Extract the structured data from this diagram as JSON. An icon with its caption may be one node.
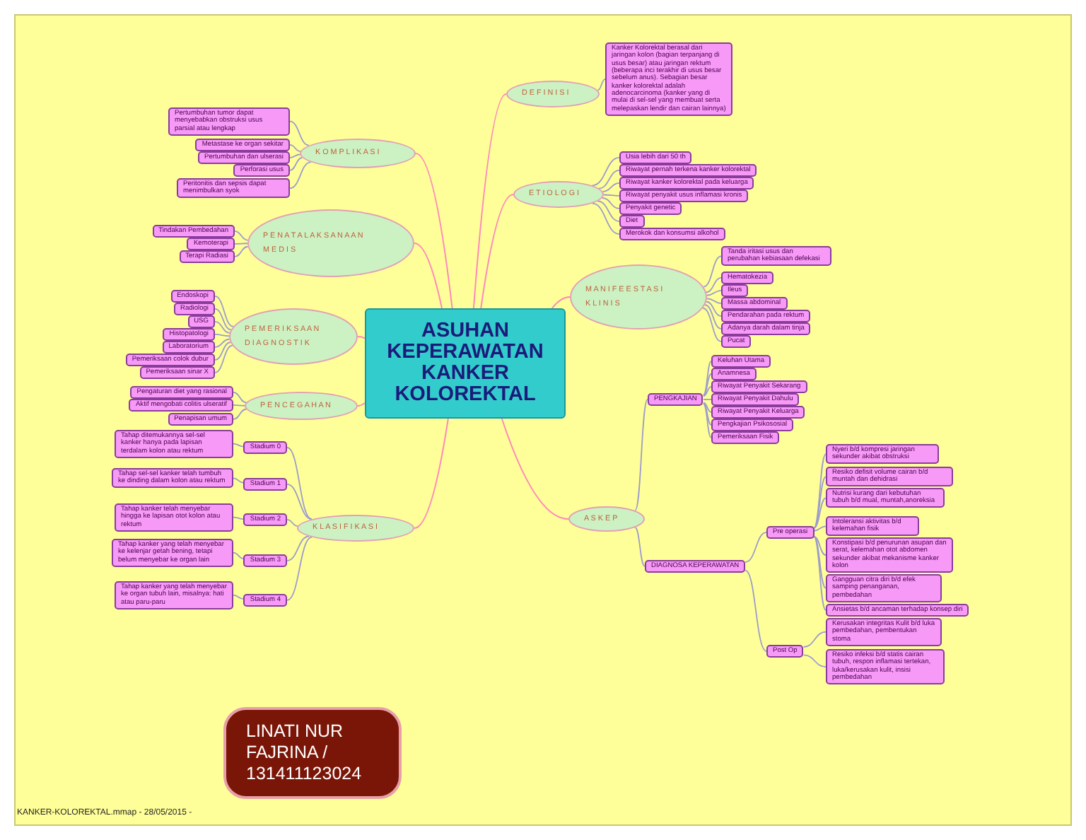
{
  "diagram": {
    "nodes": [
      {
        "text": [
          "ASUHAN KEPERAWATAN KANKER KOLOREKTAL"
        ]
      },
      {
        "text": [
          "D E F I N I S I"
        ]
      },
      {
        "text": [
          "Kanker Kolorektal berasal dari jaringan kolon (bagian terpanjang di usus besar) atau jaringan rektum (beberapa inci terakhir di usus besar sebelum anus). Sebagian besar kanker kolorektal adalah adenocarcinoma (kanker yang di mulai di sel-sel yang membuat serta melepaskan lendir dan cairan lainnya)"
        ]
      },
      {
        "text": [
          "E T I O L O G I"
        ]
      },
      {
        "text": [
          "Usia lebih dari 50 th"
        ]
      },
      {
        "text": [
          "Riwayat pernah terkena kanker kolorektal"
        ]
      },
      {
        "text": [
          "Riwayat kanker kolorektal pada keluarga"
        ]
      },
      {
        "text": [
          "Riwayat penyakit usus inflamasi kronis"
        ]
      },
      {
        "text": [
          "Penyakit genetic"
        ]
      },
      {
        "text": [
          "Diet"
        ]
      },
      {
        "text": [
          "Merokok dan konsumsi alkohol"
        ]
      },
      {
        "text": [
          "M A N I F E E S T A S I K L I N I S"
        ]
      },
      {
        "text": [
          "Tanda iritasi usus dan perubahan kebiasaan defekasi"
        ]
      },
      {
        "text": [
          "Hematokezia"
        ]
      },
      {
        "text": [
          "Ileus"
        ]
      },
      {
        "text": [
          "Massa abdominal"
        ]
      },
      {
        "text": [
          "Pendarahan pada rektum"
        ]
      },
      {
        "text": [
          "Adanya darah dalam tinja"
        ]
      },
      {
        "text": [
          "Pucat"
        ]
      },
      {
        "text": [
          "A S K E P"
        ]
      },
      {
        "text": [
          "PENGKAJIAN"
        ]
      },
      {
        "text": [
          "Keluhan Utama"
        ]
      },
      {
        "text": [
          "Anamnesa"
        ]
      },
      {
        "text": [
          "Riwayat Penyakit Sekarang"
        ]
      },
      {
        "text": [
          "Riwayat Penyakit Dahulu"
        ]
      },
      {
        "text": [
          "Riwayat Penyakit Keluarga"
        ]
      },
      {
        "text": [
          "Pengkajian Psikososial"
        ]
      },
      {
        "text": [
          "Pemeriksaan Fisik"
        ]
      },
      {
        "text": [
          "DIAGNOSA KEPERAWATAN"
        ]
      },
      {
        "text": [
          "Pre operasi"
        ]
      },
      {
        "text": [
          "Nyeri b/d kompresi jaringan sekunder akibat obstruksi"
        ]
      },
      {
        "text": [
          "Resiko defisit volume cairan b/d muntah dan dehidrasi"
        ]
      },
      {
        "text": [
          "Nutrisi kurang dari kebutuhan tubuh b/d mual, muntah,anoreksia"
        ]
      },
      {
        "text": [
          "Intoleransi aktivitas b/d kelemahan fisik"
        ]
      },
      {
        "text": [
          "Konstipasi b/d penurunan asupan dan serat, kelemahan otot abdomen sekunder akibat mekanisme kanker kolon"
        ]
      },
      {
        "text": [
          "Gangguan citra diri b/d efek samping penanganan, pembedahan"
        ]
      },
      {
        "text": [
          "Ansietas b/d ancaman terhadap konsep diri"
        ]
      },
      {
        "text": [
          "Post Op"
        ]
      },
      {
        "text": [
          "Kerusakan integritas Kulit b/d luka pembedahan, pembentukan stoma"
        ]
      },
      {
        "text": [
          "Resiko infeksi b/d statis cairan tubuh, respon inflamasi tertekan, luka/kerusakan kulit, insisi pembedahan"
        ]
      },
      {
        "text": [
          "K O M P L I K A S I"
        ]
      },
      {
        "text": [
          "Pertumbuhan tumor dapat menyebabkan obstruksi usus parsial atau lengkap"
        ]
      },
      {
        "text": [
          "Metastase ke organ sekitar"
        ]
      },
      {
        "text": [
          "Pertumbuhan dan ulserasi"
        ]
      },
      {
        "text": [
          "Perforasi usus"
        ]
      },
      {
        "text": [
          "Peritonitis dan sepsis dapat menimbulkan syok"
        ]
      },
      {
        "text": [
          "P E N A T A L A K S A N A A N M E D I S"
        ]
      },
      {
        "text": [
          "Tindakan Pembedahan"
        ]
      },
      {
        "text": [
          "Kemoterapi"
        ]
      },
      {
        "text": [
          "Terapi Radiasi"
        ]
      },
      {
        "text": [
          "P E M E R I K S A A N D I A G N O S T I K"
        ]
      },
      {
        "text": [
          "Endoskopi"
        ]
      },
      {
        "text": [
          "Radiologi"
        ]
      },
      {
        "text": [
          "USG"
        ]
      },
      {
        "text": [
          "Histopatologi"
        ]
      },
      {
        "text": [
          "Laboratorium"
        ]
      },
      {
        "text": [
          "Pemeriksaan colok dubur"
        ]
      },
      {
        "text": [
          "Pemeriksaan sinar X"
        ]
      },
      {
        "text": [
          "P E N C E G A H A N"
        ]
      },
      {
        "text": [
          "Pengaturan diet yang rasional"
        ]
      },
      {
        "text": [
          "Aktif mengobati colitis ulseratif"
        ]
      },
      {
        "text": [
          "Penapisan umum"
        ]
      },
      {
        "text": [
          "K L A S I F I K A S I"
        ]
      },
      {
        "text": [
          "Stadium 0"
        ]
      },
      {
        "text": [
          "Tahap ditemukannya sel-sel kanker hanya pada lapisan terdalam kolon atau rektum"
        ]
      },
      {
        "text": [
          "Stadium 1"
        ]
      },
      {
        "text": [
          "Tahap sel-sel kanker telah tumbuh ke dinding dalam kolon atau rektum"
        ]
      },
      {
        "text": [
          "Stadium 2"
        ]
      },
      {
        "text": [
          "Tahap kanker telah menyebar hingga ke lapisan otot kolon atau rektum"
        ]
      },
      {
        "text": [
          "Stadium 3"
        ]
      },
      {
        "text": [
          "Tahap kanker yang telah menyebar ke kelenjar getah bening, tetapi belum menyebar ke organ lain"
        ]
      },
      {
        "text": [
          "Stadium 4"
        ]
      },
      {
        "text": [
          "Tahap kanker yang telah menyebar ke organ tubuh lain, misalnya: hati atau paru-paru"
        ]
      },
      {
        "text": [
          "LINATI NUR FAJRINA / 131411123024"
        ]
      }
    ],
    "edges": [
      {
        "from": 0,
        "to": 1,
        "arrow": "none",
        "color": "#ff88bb"
      },
      {
        "from": 1,
        "to": 2,
        "arrow": "none"
      },
      {
        "from": 0,
        "to": 3,
        "arrow": "none",
        "color": "#ff88bb"
      },
      {
        "from": 3,
        "to": 4,
        "arrow": "none"
      },
      {
        "from": 3,
        "to": 5,
        "arrow": "none"
      },
      {
        "from": 3,
        "to": 6,
        "arrow": "none"
      },
      {
        "from": 3,
        "to": 7,
        "arrow": "none"
      },
      {
        "from": 3,
        "to": 8,
        "arrow": "none"
      },
      {
        "from": 3,
        "to": 9,
        "arrow": "none"
      },
      {
        "from": 3,
        "to": 10,
        "arrow": "none"
      },
      {
        "from": 0,
        "to": 11,
        "arrow": "none",
        "color": "#ff88bb"
      },
      {
        "from": 11,
        "to": 12,
        "arrow": "none"
      },
      {
        "from": 11,
        "to": 13,
        "arrow": "none"
      },
      {
        "from": 11,
        "to": 14,
        "arrow": "none"
      },
      {
        "from": 11,
        "to": 15,
        "arrow": "none"
      },
      {
        "from": 11,
        "to": 16,
        "arrow": "none"
      },
      {
        "from": 11,
        "to": 17,
        "arrow": "none"
      },
      {
        "from": 11,
        "to": 18,
        "arrow": "none"
      },
      {
        "from": 0,
        "to": 19,
        "arrow": "none",
        "color": "#ff88bb"
      },
      {
        "from": 19,
        "to": 20,
        "arrow": "none"
      },
      {
        "from": 20,
        "to": 21,
        "arrow": "none"
      },
      {
        "from": 20,
        "to": 22,
        "arrow": "none"
      },
      {
        "from": 20,
        "to": 23,
        "arrow": "none"
      },
      {
        "from": 20,
        "to": 24,
        "arrow": "none"
      },
      {
        "from": 20,
        "to": 25,
        "arrow": "none"
      },
      {
        "from": 20,
        "to": 26,
        "arrow": "none"
      },
      {
        "from": 20,
        "to": 27,
        "arrow": "none"
      },
      {
        "from": 19,
        "to": 28,
        "arrow": "none"
      },
      {
        "from": 28,
        "to": 29,
        "arrow": "none"
      },
      {
        "from": 29,
        "to": 30,
        "arrow": "none"
      },
      {
        "from": 29,
        "to": 31,
        "arrow": "none"
      },
      {
        "from": 29,
        "to": 32,
        "arrow": "none"
      },
      {
        "from": 29,
        "to": 33,
        "arrow": "none"
      },
      {
        "from": 29,
        "to": 34,
        "arrow": "none"
      },
      {
        "from": 29,
        "to": 35,
        "arrow": "none"
      },
      {
        "from": 29,
        "to": 36,
        "arrow": "none"
      },
      {
        "from": 28,
        "to": 37,
        "arrow": "none"
      },
      {
        "from": 37,
        "to": 38,
        "arrow": "none"
      },
      {
        "from": 37,
        "to": 39,
        "arrow": "none"
      },
      {
        "from": 0,
        "to": 40,
        "arrow": "none",
        "color": "#ff88bb"
      },
      {
        "from": 40,
        "to": 41,
        "arrow": "none"
      },
      {
        "from": 40,
        "to": 42,
        "arrow": "none"
      },
      {
        "from": 40,
        "to": 43,
        "arrow": "none"
      },
      {
        "from": 40,
        "to": 44,
        "arrow": "none"
      },
      {
        "from": 40,
        "to": 45,
        "arrow": "none"
      },
      {
        "from": 0,
        "to": 46,
        "arrow": "none",
        "color": "#ff88bb"
      },
      {
        "from": 46,
        "to": 47,
        "arrow": "none"
      },
      {
        "from": 46,
        "to": 48,
        "arrow": "none"
      },
      {
        "from": 46,
        "to": 49,
        "arrow": "none"
      },
      {
        "from": 0,
        "to": 50,
        "arrow": "none",
        "color": "#ff88bb"
      },
      {
        "from": 50,
        "to": 51,
        "arrow": "none"
      },
      {
        "from": 50,
        "to": 52,
        "arrow": "none"
      },
      {
        "from": 50,
        "to": 53,
        "arrow": "none"
      },
      {
        "from": 50,
        "to": 54,
        "arrow": "none"
      },
      {
        "from": 50,
        "to": 55,
        "arrow": "none"
      },
      {
        "from": 50,
        "to": 56,
        "arrow": "none"
      },
      {
        "from": 50,
        "to": 57,
        "arrow": "none"
      },
      {
        "from": 0,
        "to": 58,
        "arrow": "none",
        "color": "#ff88bb"
      },
      {
        "from": 58,
        "to": 59,
        "arrow": "none"
      },
      {
        "from": 58,
        "to": 60,
        "arrow": "none"
      },
      {
        "from": 58,
        "to": 61,
        "arrow": "none"
      },
      {
        "from": 0,
        "to": 62,
        "arrow": "none",
        "color": "#ff88bb"
      },
      {
        "from": 62,
        "to": 63,
        "arrow": "none"
      },
      {
        "from": 63,
        "to": 64,
        "arrow": "none"
      },
      {
        "from": 62,
        "to": 65,
        "arrow": "none"
      },
      {
        "from": 65,
        "to": 66,
        "arrow": "none"
      },
      {
        "from": 62,
        "to": 67,
        "arrow": "none"
      },
      {
        "from": 67,
        "to": 68,
        "arrow": "none"
      },
      {
        "from": 62,
        "to": 69,
        "arrow": "none"
      },
      {
        "from": 69,
        "to": 70,
        "arrow": "none"
      },
      {
        "from": 62,
        "to": 71,
        "arrow": "none"
      },
      {
        "from": 71,
        "to": 72,
        "arrow": "none"
      }
    ],
    "labels": [
      "KANKER-KOLOREKTAL.mmap - 28/05/2015 -"
    ]
  }
}
